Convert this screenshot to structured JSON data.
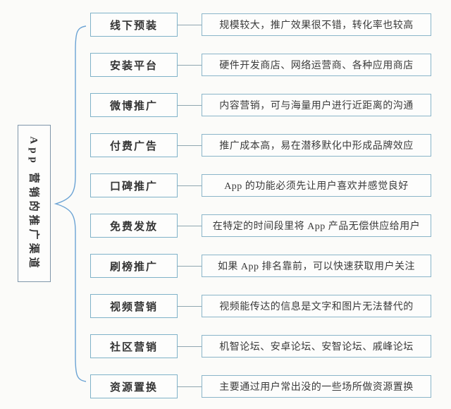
{
  "diagram": {
    "root": {
      "label": "App 营销的推广渠道"
    },
    "rows": [
      {
        "label": "线下预装",
        "desc": "规模较大，推广效果很不错，转化率也较高"
      },
      {
        "label": "安装平台",
        "desc": "硬件开发商店、网络运营商、各种应用商店"
      },
      {
        "label": "微博推广",
        "desc": "内容营销，可与海量用户进行近距离的沟通"
      },
      {
        "label": "付费广告",
        "desc": "推广成本高，易在潜移默化中形成品牌效应"
      },
      {
        "label": "口碑推广",
        "desc": "App 的功能必须先让用户喜欢并感觉良好"
      },
      {
        "label": "免费发放",
        "desc": "在特定的时间段里将 App 产品无偿供应给用户"
      },
      {
        "label": "刷榜推广",
        "desc": "如果 App 排名靠前，可以快速获取用户关注"
      },
      {
        "label": "视频营销",
        "desc": "视频能传达的信息是文字和图片无法替代的"
      },
      {
        "label": "社区营销",
        "desc": "机智论坛、安卓论坛、安智论坛、戚峰论坛"
      },
      {
        "label": "资源置换",
        "desc": "主要通过用户常出没的一些场所做资源置换"
      }
    ]
  },
  "colors": {
    "background": "#fbfbf9",
    "branch_box_border": "#7fb2c8",
    "desc_box_border": "#8ab5c9",
    "root_box_border": "#7f96aa",
    "brace_stroke": "#6ba3d4",
    "connector_line": "#8fa6b0",
    "text": "#3a3a3a"
  }
}
